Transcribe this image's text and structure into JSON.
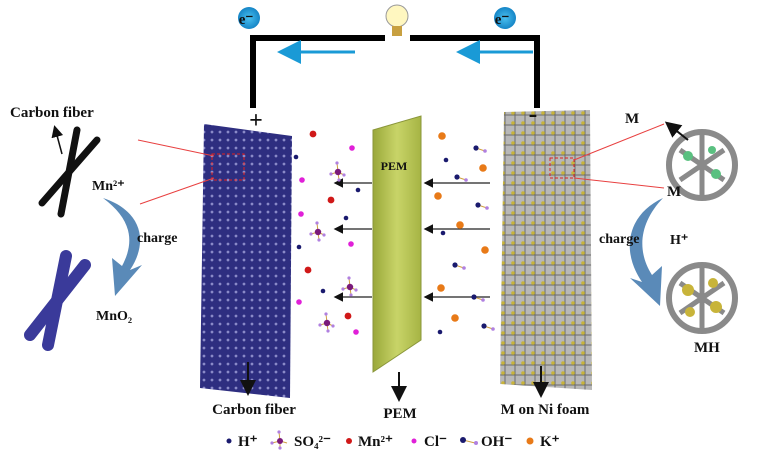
{
  "circuit": {
    "electron_left": "e⁻",
    "electron_right": "e⁻",
    "plus": "+",
    "minus": "-"
  },
  "left_inset": {
    "carbon_fiber": "Carbon fiber",
    "mn_ion": "Mn²⁺",
    "charge": "charge",
    "product": "MnO₂"
  },
  "right_inset": {
    "m_top": "M",
    "m_mid": "M",
    "charge": "charge",
    "h_ion": "H⁺",
    "product": "MH"
  },
  "membrane_label": "PEM",
  "bottom_labels": {
    "cathode": "Carbon fiber",
    "membrane": "PEM",
    "anode": "M on Ni foam"
  },
  "legend": [
    {
      "symbol": "h-ion",
      "label": "H⁺",
      "color": "#1a1a6e"
    },
    {
      "symbol": "sulfate",
      "label": "SO₄²⁻",
      "color": "#7a1a7a"
    },
    {
      "symbol": "mn-ion",
      "label": "Mn²⁺",
      "color": "#d01818"
    },
    {
      "symbol": "cl-ion",
      "label": "Cl⁻",
      "color": "#e020d8"
    },
    {
      "symbol": "oh-ion",
      "label": "OH⁻",
      "color": "#1a1a6e"
    },
    {
      "symbol": "k-ion",
      "label": "K⁺",
      "color": "#e87a18"
    }
  ],
  "colors": {
    "electron": "#1a9ad6",
    "flow_arrow": "#1a9ad6",
    "cathode": "#2e2e80",
    "membrane": "#b4c244",
    "anode": "#a8a8a8",
    "charge_arrow": "#5a8ab8"
  }
}
